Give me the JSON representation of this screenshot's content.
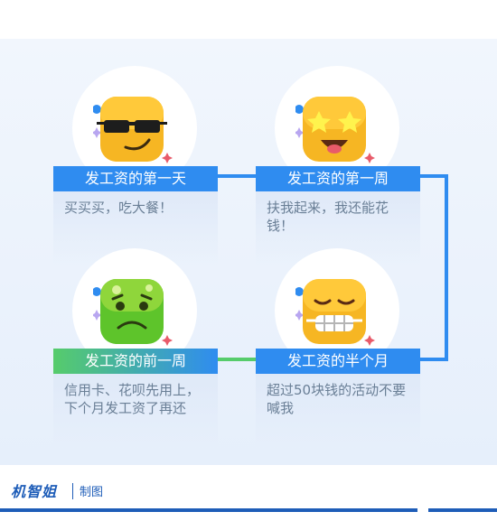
{
  "cards": [
    {
      "title": "发工资的第一天",
      "note": "买买买，吃大餐！",
      "emoji": "sunglasses-face"
    },
    {
      "title": "发工资的第一周",
      "note": "扶我起来，我还能花钱！",
      "emoji": "star-eyes-face"
    },
    {
      "title": "发工资的前一周",
      "note": "信用卡、花呗先用上，下个月发工资了再还",
      "emoji": "sick-face"
    },
    {
      "title": "发工资的半个月",
      "note": "超过50块钱的活动不要喊我",
      "emoji": "braces-face"
    }
  ],
  "footer": {
    "brand": "机智姐",
    "credit": "制图"
  },
  "colors": {
    "blue": "#2f8cf0",
    "green": "#56cc6b",
    "yellow": "#f6b623",
    "navy": "#1e5db8"
  }
}
